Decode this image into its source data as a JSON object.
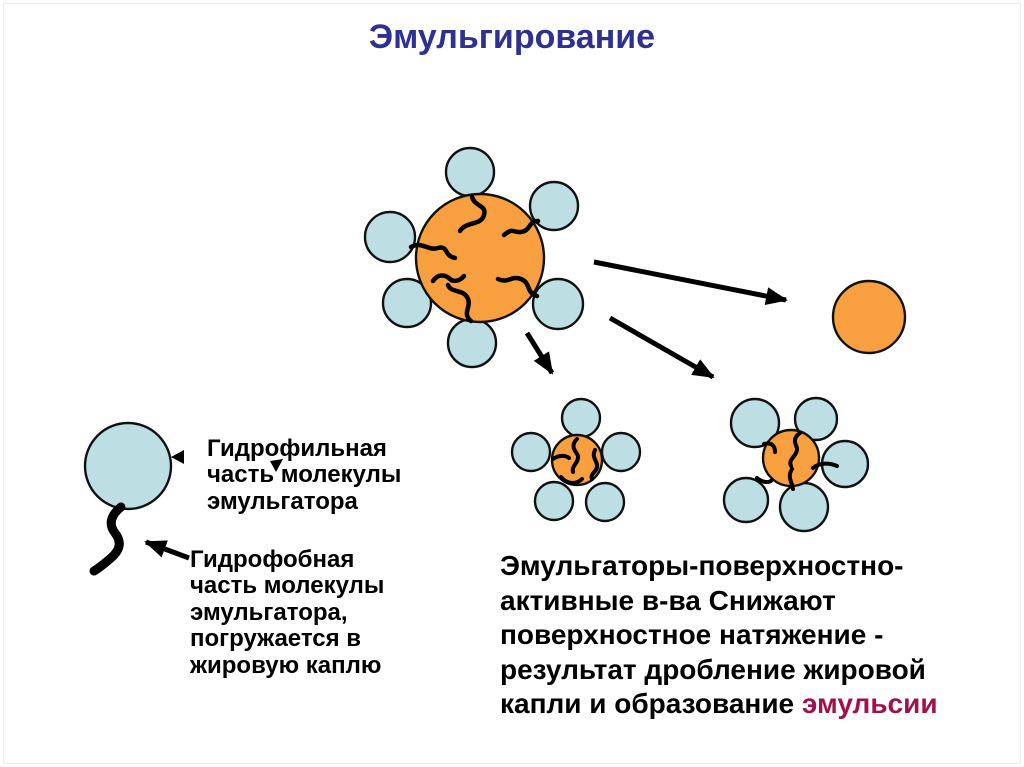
{
  "slide": {
    "title": "Эмульгирование"
  },
  "labels": {
    "hydrophilic": "Гидрофильная\nчасть молекулы\nэмульгатора",
    "hydrophobic": "Гидрофобная\nчасть молекулы\nэмульгатора,\nпогружается в\nжировую каплю"
  },
  "main_text": {
    "lines": [
      "Эмульгаторы-поверхностно-",
      "активные в-ва Снижают",
      "поверхностное натяжение -",
      "результат дробление жировой"
    ],
    "last_line_prefix": "капли и образование ",
    "last_line_highlight": "эмульсии"
  },
  "colors": {
    "title_blue": "#2E3192",
    "droplet_orange": "#F89F40",
    "emulsifier_blue": "#BDDEE2",
    "highlight_crimson": "#A1124D",
    "outline_dark": "#111111",
    "text_black": "#000000"
  },
  "icons": {
    "large_fat_droplet": "fat-droplet-with-emulsifier-shell",
    "free_fat_droplet": "plain-fat-droplet",
    "small_droplets": "emulsified-small-droplets",
    "emulsifier_molecule": "emulsifier-molecule-head-and-tail",
    "arrows": "breakup-direction-arrows"
  }
}
